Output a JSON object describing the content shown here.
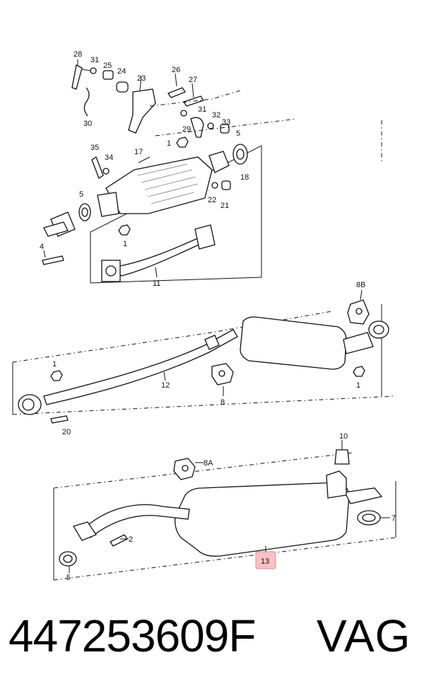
{
  "diagram": {
    "labels": {
      "p28": "28",
      "p31a": "31",
      "p25": "25",
      "p24": "24",
      "p23": "23",
      "p26": "26",
      "p27": "27",
      "p30": "30",
      "p31b": "31",
      "p32": "32",
      "p33": "33",
      "p29": "29",
      "p1a": "1",
      "p5a": "5",
      "p35": "35",
      "p34": "34",
      "p17": "17",
      "p18": "18",
      "p5b": "5",
      "p22": "22",
      "p21": "21",
      "p4": "4",
      "p1b": "1",
      "p11": "11",
      "p8B": "8B",
      "p1c": "1",
      "p1d": "1",
      "p12": "12",
      "p8": "8",
      "p20": "20",
      "p10": "10",
      "p8A": "8A",
      "p7": "7",
      "p2": "2",
      "p5c": "5",
      "p13": "13"
    },
    "highlight_color": "#f5c2c7"
  },
  "footer": {
    "part_number": "447253609F",
    "brand": "VAG"
  }
}
